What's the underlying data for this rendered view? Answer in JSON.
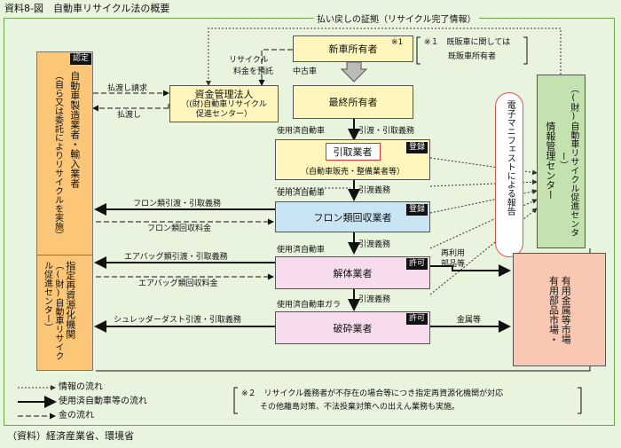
{
  "figure_title": "資料8-図　自動車リサイクル法の概要",
  "source": "（資料）経済産業省、環境省",
  "top_refund": "払い戻しの証拠（リサイクル完了情報）",
  "note1_mark": "※1",
  "note1_lines": [
    "※１　既販車に関しては",
    "既販車所有者"
  ],
  "new_owner": "新車所有者",
  "deposit_label": [
    "リサイクル",
    "料金を預託"
  ],
  "used_car": "中古車",
  "final_owner": "最終所有者",
  "fund_mgmt": [
    "資金管理法人",
    "（(財)自動車リサイクル",
    "促進センター）"
  ],
  "request_label": "払渡し請求",
  "payout_label": "払渡し",
  "manufacturer_badge": "認定",
  "manufacturer_text": [
    "自動車製造業者・輸入業者",
    "（自ら又は委託によりリサイクルを実施）"
  ],
  "designated_text": [
    "指定再資源化機関",
    "（(財)自動車リサイクル促進センター）"
  ],
  "info_center": [
    "情報管理センター",
    "（(財)自動車リサイクル促進センター）"
  ],
  "manifest": "電子マニフェストによる報告",
  "parts_market": [
    "有用部品市場・",
    "有用金属等市場"
  ],
  "collector": {
    "name": "引取業者",
    "sub": "（自動車販売・整備業者等）",
    "badge": "登録"
  },
  "freon": {
    "name": "フロン類回収業者",
    "badge": "登録"
  },
  "dismantler": {
    "name": "解体業者",
    "badge": "許可"
  },
  "shredder": {
    "name": "破砕業者",
    "badge": "許可"
  },
  "flow_used_car": "使用済自動車",
  "flow_collect": "引渡・引取義務",
  "flow_handover": "引渡義務",
  "flow_body": "使用済自動車ガラ",
  "freon_duty": "フロン類引渡・引取義務",
  "freon_fee": "フロン類回収料金",
  "airbag_duty": "エアバッグ類引渡・引取義務",
  "airbag_fee": "エアバッグ類回収料金",
  "asr_duty": "シュレッダーダスト引渡・引取義務",
  "useful_parts": [
    "再利用",
    "部品等"
  ],
  "metals": "金属等",
  "legend": [
    "情報の流れ",
    "使用済自動車等の流れ",
    "金の流れ"
  ],
  "note2": [
    "※２　リサイクル義務者が不存在の場合等につき指定再資源化機関が対応",
    "その他離島対策、不法投棄対策への出えん業務も実施。"
  ],
  "colors": {
    "background": "#e9f4de",
    "yellow": "#fff6bd",
    "orange": "#fbc677",
    "green": "#c4e2b0",
    "salmon": "#f9c8b3",
    "blue": "#c9e4f3",
    "pink": "#f6dcec"
  }
}
